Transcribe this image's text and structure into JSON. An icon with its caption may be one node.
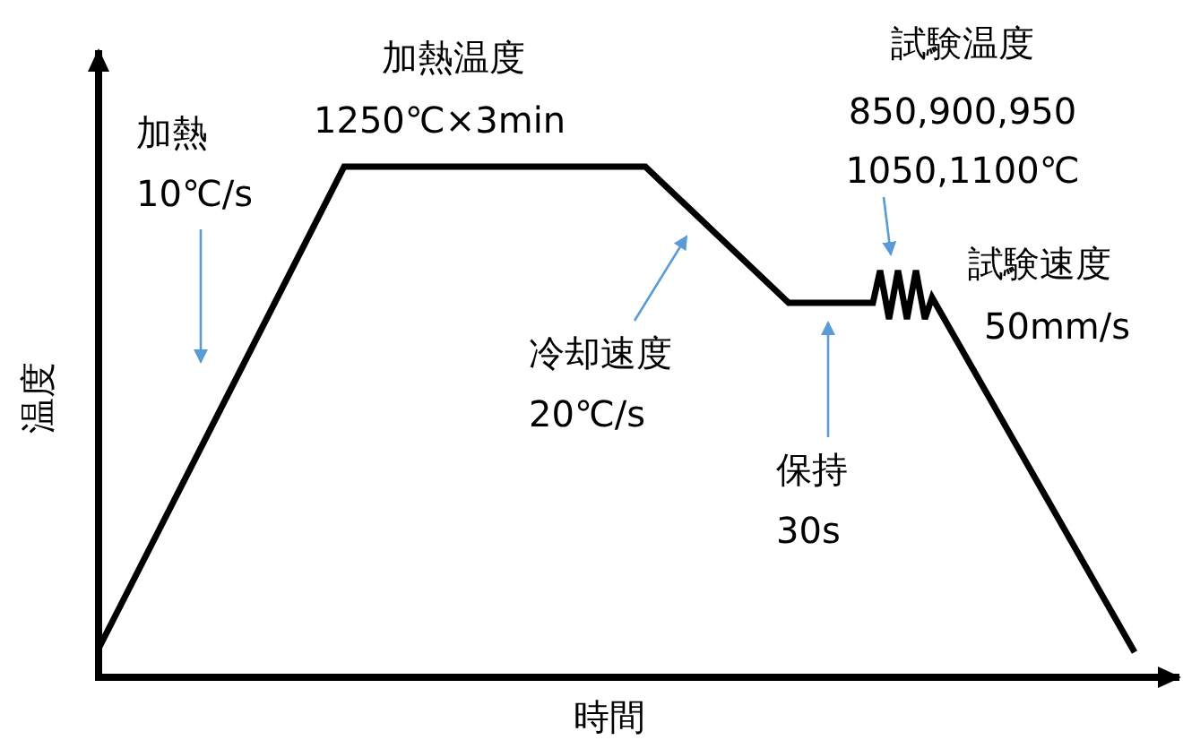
{
  "diagram": {
    "nodes": [
      {
        "text": [
          "加熱",
          "10℃/s"
        ]
      },
      {
        "text": [
          "冷却速度",
          "20℃/s"
        ]
      },
      {
        "text": [
          "保持",
          "30s"
        ]
      },
      {
        "text": [
          "試験温度",
          "850,900,950 1050,1100℃"
        ]
      }
    ],
    "edges": [
      {
        "from": 0,
        "to": null,
        "arrow": "to"
      },
      {
        "from": 1,
        "to": null,
        "arrow": "to"
      },
      {
        "from": 2,
        "to": null,
        "arrow": "to"
      },
      {
        "from": 3,
        "to": null,
        "arrow": "to"
      }
    ],
    "labels": [
      "加熱温度",
      "1250℃×3min",
      "試験速度",
      "50mm/s",
      "温度",
      "時間"
    ]
  }
}
